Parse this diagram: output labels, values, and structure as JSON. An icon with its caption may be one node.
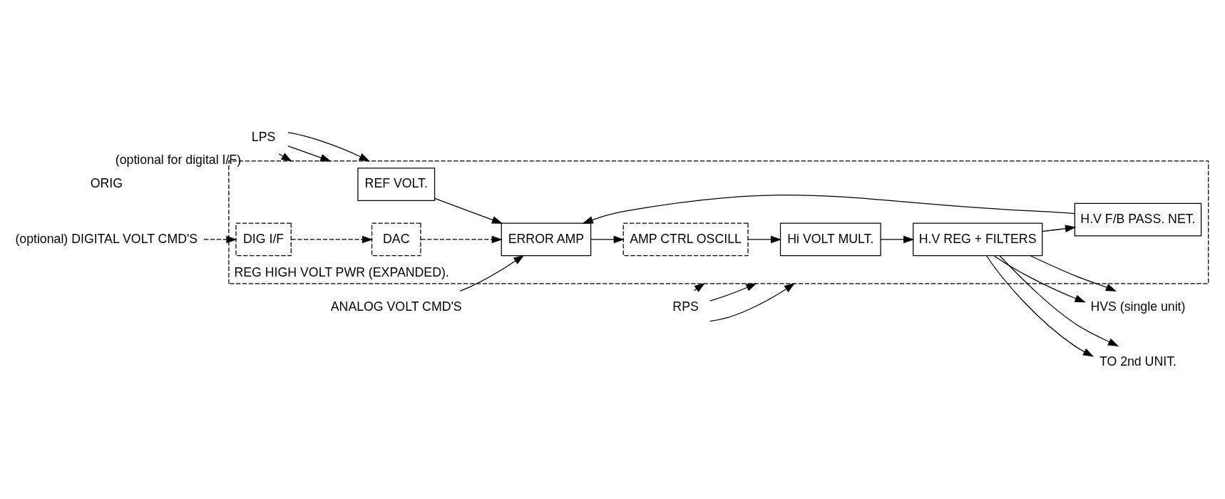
{
  "diagram": {
    "nodes": [
      {
        "text": [
          "LPS"
        ],
        "beside": [
          "(optional for digital I/F)"
        ]
      },
      {
        "text": [
          "ANALOG VOLT CMD'S"
        ]
      },
      {
        "text": [
          "RPS"
        ]
      },
      {
        "text": [
          "REG HIGH VOLT PWR (EXPANDED)."
        ]
      },
      {
        "text": [
          "(optional) DIGITAL VOLT CMD'S"
        ]
      },
      {
        "text": [
          "REF VOLT."
        ],
        "in": 3
      },
      {
        "text": [
          "DIG I/F"
        ],
        "in": 3
      },
      {
        "text": [
          "DAC"
        ],
        "in": 3
      },
      {
        "text": [
          "ERROR AMP"
        ],
        "in": 3
      },
      {
        "text": [
          "AMP CTRL OSCILL"
        ],
        "in": 3
      },
      {
        "text": [
          "Hi VOLT MULT."
        ],
        "in": 3
      },
      {
        "text": [
          "H.V REG + FILTERS"
        ],
        "in": 3
      },
      {
        "text": [
          "HVS (single unit)"
        ]
      },
      {
        "text": [
          "H.V F/B PASS. NET."
        ],
        "in": 3
      },
      {
        "text": [
          "TO 2nd UNIT."
        ]
      }
    ],
    "edges": [
      {
        "from": 0,
        "to": 3,
        "arrow": "to"
      },
      {
        "from": 0,
        "to": 3,
        "arrow": "to"
      },
      {
        "from": 0,
        "to": 3,
        "arrow": "to"
      },
      {
        "from": 2,
        "to": 3,
        "arrow": "to"
      },
      {
        "from": 2,
        "to": 3,
        "arrow": "to"
      },
      {
        "from": 2,
        "to": 3,
        "arrow": "to"
      },
      {
        "from": 4,
        "to": 6,
        "arrow": "to",
        "style": "dashed"
      },
      {
        "from": 6,
        "to": 7,
        "arrow": "to",
        "style": "dashed"
      },
      {
        "from": 7,
        "to": 8,
        "arrow": "to",
        "style": "dashed"
      },
      {
        "from": 1,
        "to": 8,
        "arrow": "to"
      },
      {
        "from": 5,
        "to": 8,
        "arrow": "to"
      },
      {
        "from": 8,
        "to": 9,
        "arrow": "to"
      },
      {
        "from": 9,
        "to": 10,
        "arrow": "to"
      },
      {
        "from": 10,
        "to": 11,
        "arrow": "to"
      },
      {
        "from": 11,
        "to": 12,
        "arrow": "to"
      },
      {
        "from": 11,
        "to": 12,
        "arrow": "to"
      },
      {
        "from": 11,
        "to": 14,
        "arrow": "to"
      },
      {
        "from": 11,
        "to": 14,
        "arrow": "to"
      },
      {
        "from": 11,
        "to": 13,
        "arrow": "to"
      },
      {
        "from": 13,
        "to": 8,
        "arrow": "to"
      }
    ],
    "labels": [
      "ORIG"
    ]
  }
}
